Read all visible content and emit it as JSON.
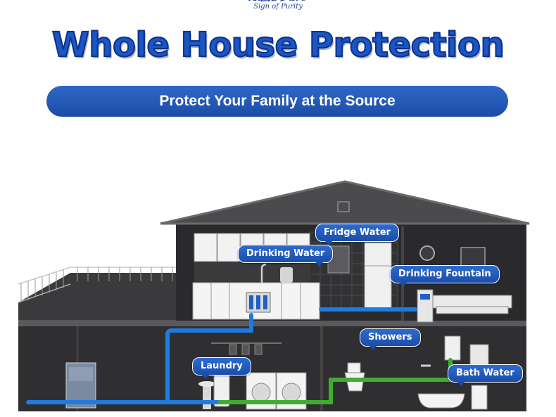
{
  "logo": {
    "tagline": "Sign of Purity"
  },
  "header": {
    "title": "Whole House Protection",
    "subtitle": "Protect Your Family at the Source"
  },
  "callouts": {
    "fridge": "Fridge Water",
    "drinking": "Drinking Water",
    "fountain": "Drinking Fountain",
    "showers": "Showers",
    "laundry": "Laundry",
    "bath": "Bath Water"
  },
  "colors": {
    "brand_blue": "#1a56c4",
    "pipe_blue": "#1e7be0",
    "pipe_green": "#3fae2e",
    "house_dark": "#2f2f31"
  }
}
